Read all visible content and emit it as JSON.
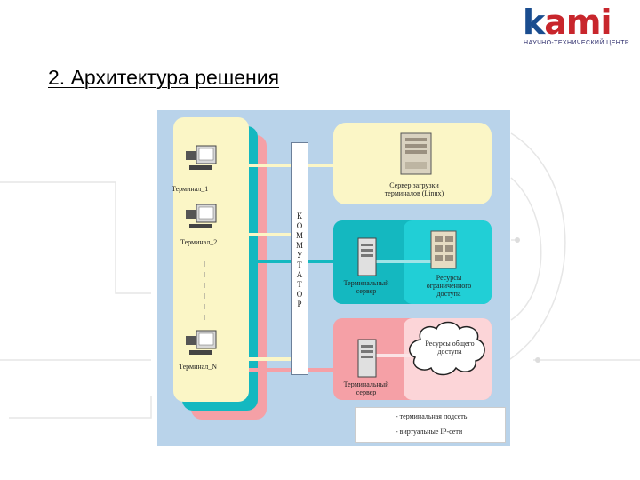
{
  "slide": {
    "title": "2. Архитектура решения"
  },
  "logo": {
    "word_k": "k",
    "word_rest": "ami",
    "subtitle": "НАУЧНО-ТЕХНИЧЕСКИЙ ЦЕНТР"
  },
  "diagram": {
    "switch_letters": [
      "К",
      "О",
      "М",
      "М",
      "У",
      "Т",
      "А",
      "Т",
      "О",
      "Р"
    ],
    "terminals": {
      "t1": "Терминал_1",
      "t2": "Терминал_2",
      "tn": "Терминал_N"
    },
    "boot_server": [
      "Сервер загрузки",
      "терминалов (Linux)"
    ],
    "teal_terminal_server": [
      "Терминальный",
      "сервер"
    ],
    "restricted_resources": [
      "Ресурсы",
      "ограниченного",
      "доступа"
    ],
    "pink_terminal_server": [
      "Терминальный",
      "сервер"
    ],
    "public_resources": [
      "Ресурсы общего",
      "доступа"
    ],
    "legend": {
      "row1": "- терминальная подсеть",
      "row2": "- виртуальные IP-сети"
    }
  },
  "colors": {
    "diagram_bg": "#b9d3ea",
    "yellow": "#fbf6c6",
    "teal": "#14b8c0",
    "teal_light": "#21cfd6",
    "pink": "#f5a0a6",
    "pink_light": "#fcd5d8",
    "logo_red": "#c8262c",
    "logo_blue": "#1a4d8f"
  }
}
